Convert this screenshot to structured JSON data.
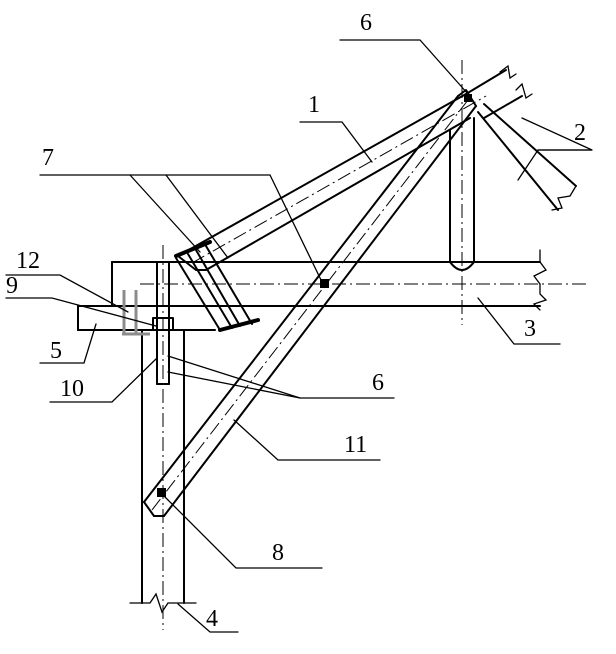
{
  "labels": {
    "l1": "1",
    "l2": "2",
    "l3": "3",
    "l4": "4",
    "l5": "5",
    "l6a": "6",
    "l6b": "6",
    "l7": "7",
    "l8": "8",
    "l9": "9",
    "l10": "10",
    "l11": "11",
    "l12": "12"
  }
}
